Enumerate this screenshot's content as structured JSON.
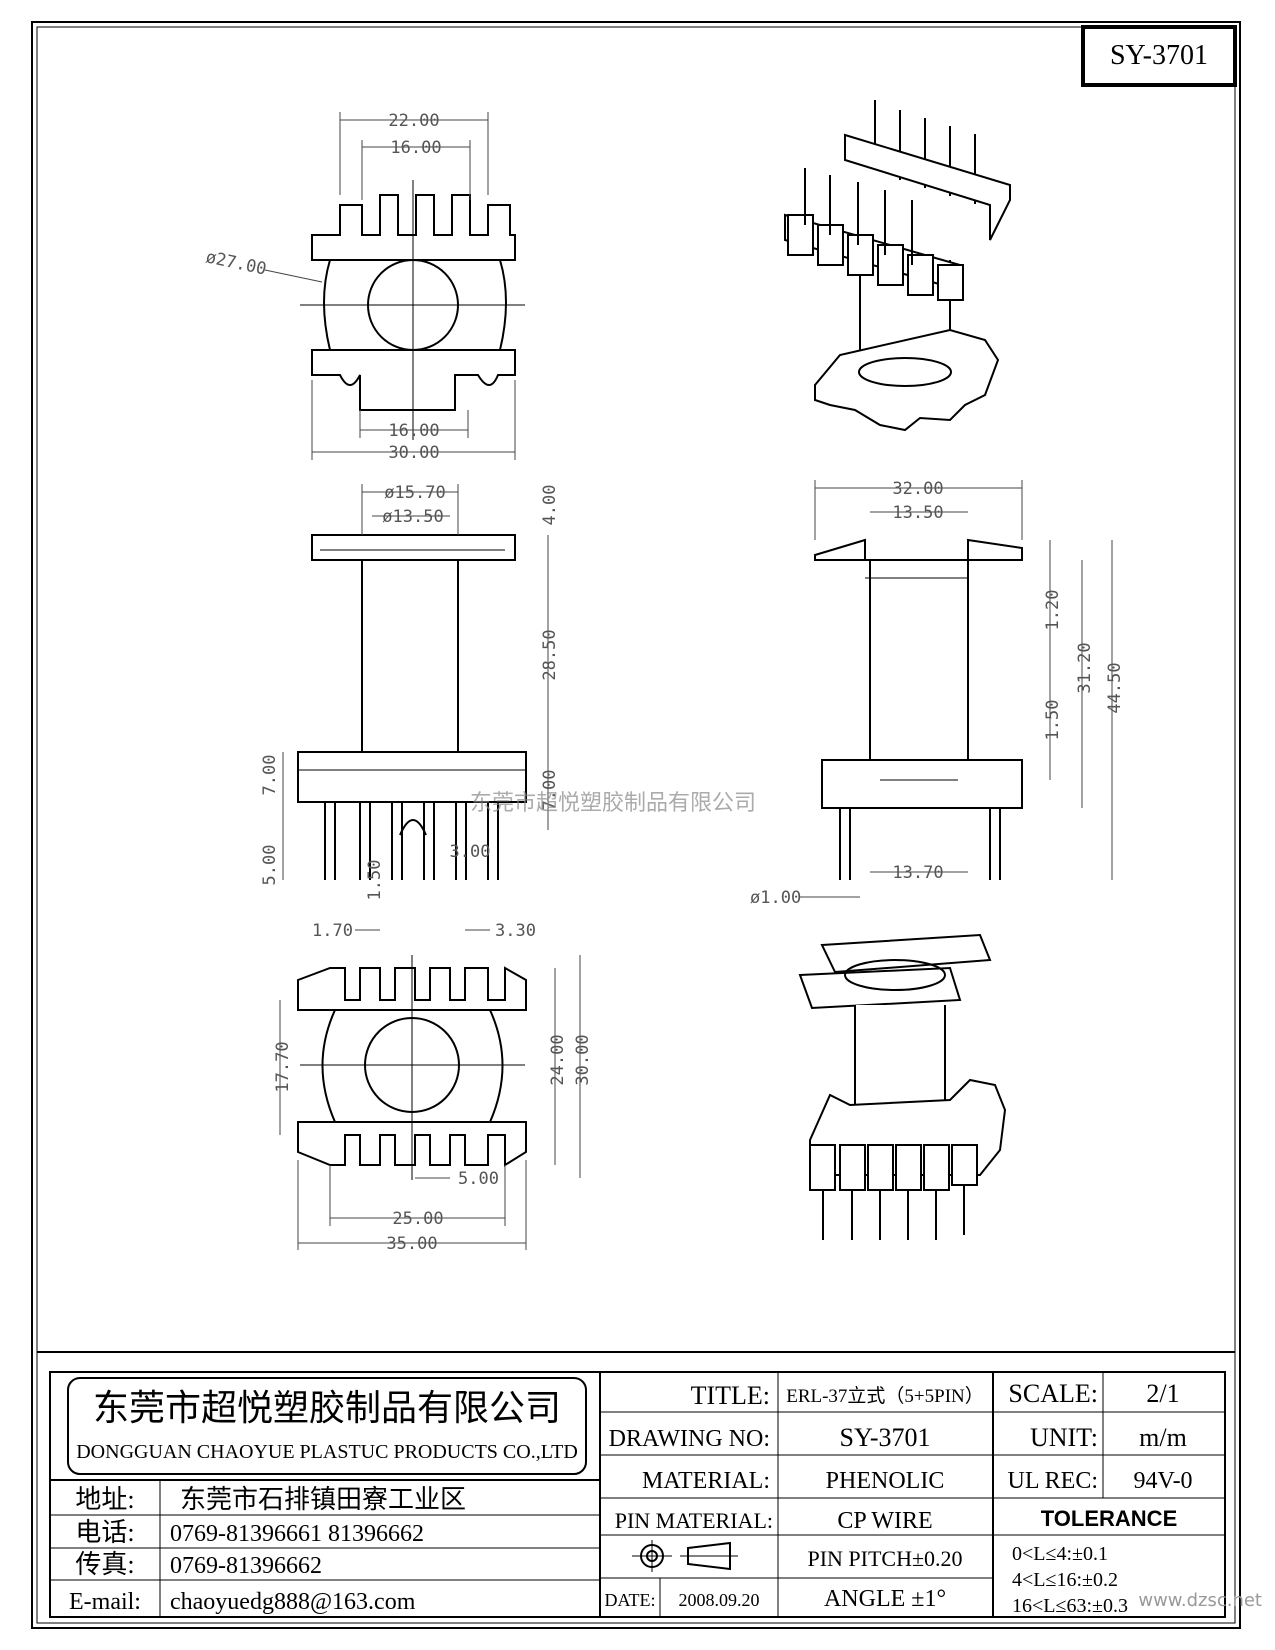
{
  "drawing_code": "SY-3701",
  "watermark": "东莞市超悦塑胶制品有限公司",
  "dimensions": {
    "top_view": {
      "outer_width": "22.00",
      "inner_width": "16.00",
      "diameter": "ø27.00",
      "bottom_inner": "16.00",
      "bottom_outer": "30.00"
    },
    "front_view": {
      "d1": "ø15.70",
      "d2": "ø13.50",
      "top_h": "4.00",
      "body_h": "28.50",
      "base_h": "7.00",
      "base_h2": "7.00",
      "pin_len": "5.00",
      "pin_w": "1.50",
      "slot": "3.00"
    },
    "side_view": {
      "width": "32.00",
      "inner": "13.50",
      "h1": "1.20",
      "h2": "31.20",
      "total": "44.50",
      "h3": "1.50",
      "pin_span": "13.70",
      "pin_dia": "ø1.00"
    },
    "bottom_view": {
      "a": "1.70",
      "b": "3.30",
      "h1": "17.70",
      "h2": "24.00",
      "h3": "30.00",
      "pitch": "5.00",
      "span": "25.00",
      "total": "35.00"
    }
  },
  "title_block": {
    "company_cn": "东莞市超悦塑胶制品有限公司",
    "company_en": "DONGGUAN CHAOYUE PLASTUC PRODUCTS CO.,LTD",
    "address_label": "地址:",
    "address_value": "东莞市石排镇田寮工业区",
    "phone_label": "电话:",
    "phone_value": "0769-81396661 81396662",
    "fax_label": "传真:",
    "fax_value": "0769-81396662",
    "email_label": "E-mail:",
    "email_value": "chaoyuedg888@163.com",
    "title_label": "TITLE:",
    "title_value": "ERL-37立式（5+5PIN）",
    "drawing_no_label": "DRAWING NO:",
    "drawing_no_value": "SY-3701",
    "material_label": "MATERIAL:",
    "material_value": "PHENOLIC",
    "pin_material_label": "PIN MATERIAL:",
    "pin_material_value": "CP WIRE",
    "pin_pitch": "PIN PITCH±0.20",
    "date_label": "DATE:",
    "date_value": "2008.09.20",
    "angle": "ANGLE  ±1°",
    "scale_label": "SCALE:",
    "scale_value": "2/1",
    "unit_label": "UNIT:",
    "unit_value": "m/m",
    "ul_label": "UL REC:",
    "ul_value": "94V-0",
    "tolerance_label": "TOLERANCE",
    "tol1": "0<L≤4:±0.1",
    "tol2": "4<L≤16:±0.2",
    "tol3": "16<L≤63:±0.3",
    "site_mark": "www.dzsc.net"
  }
}
